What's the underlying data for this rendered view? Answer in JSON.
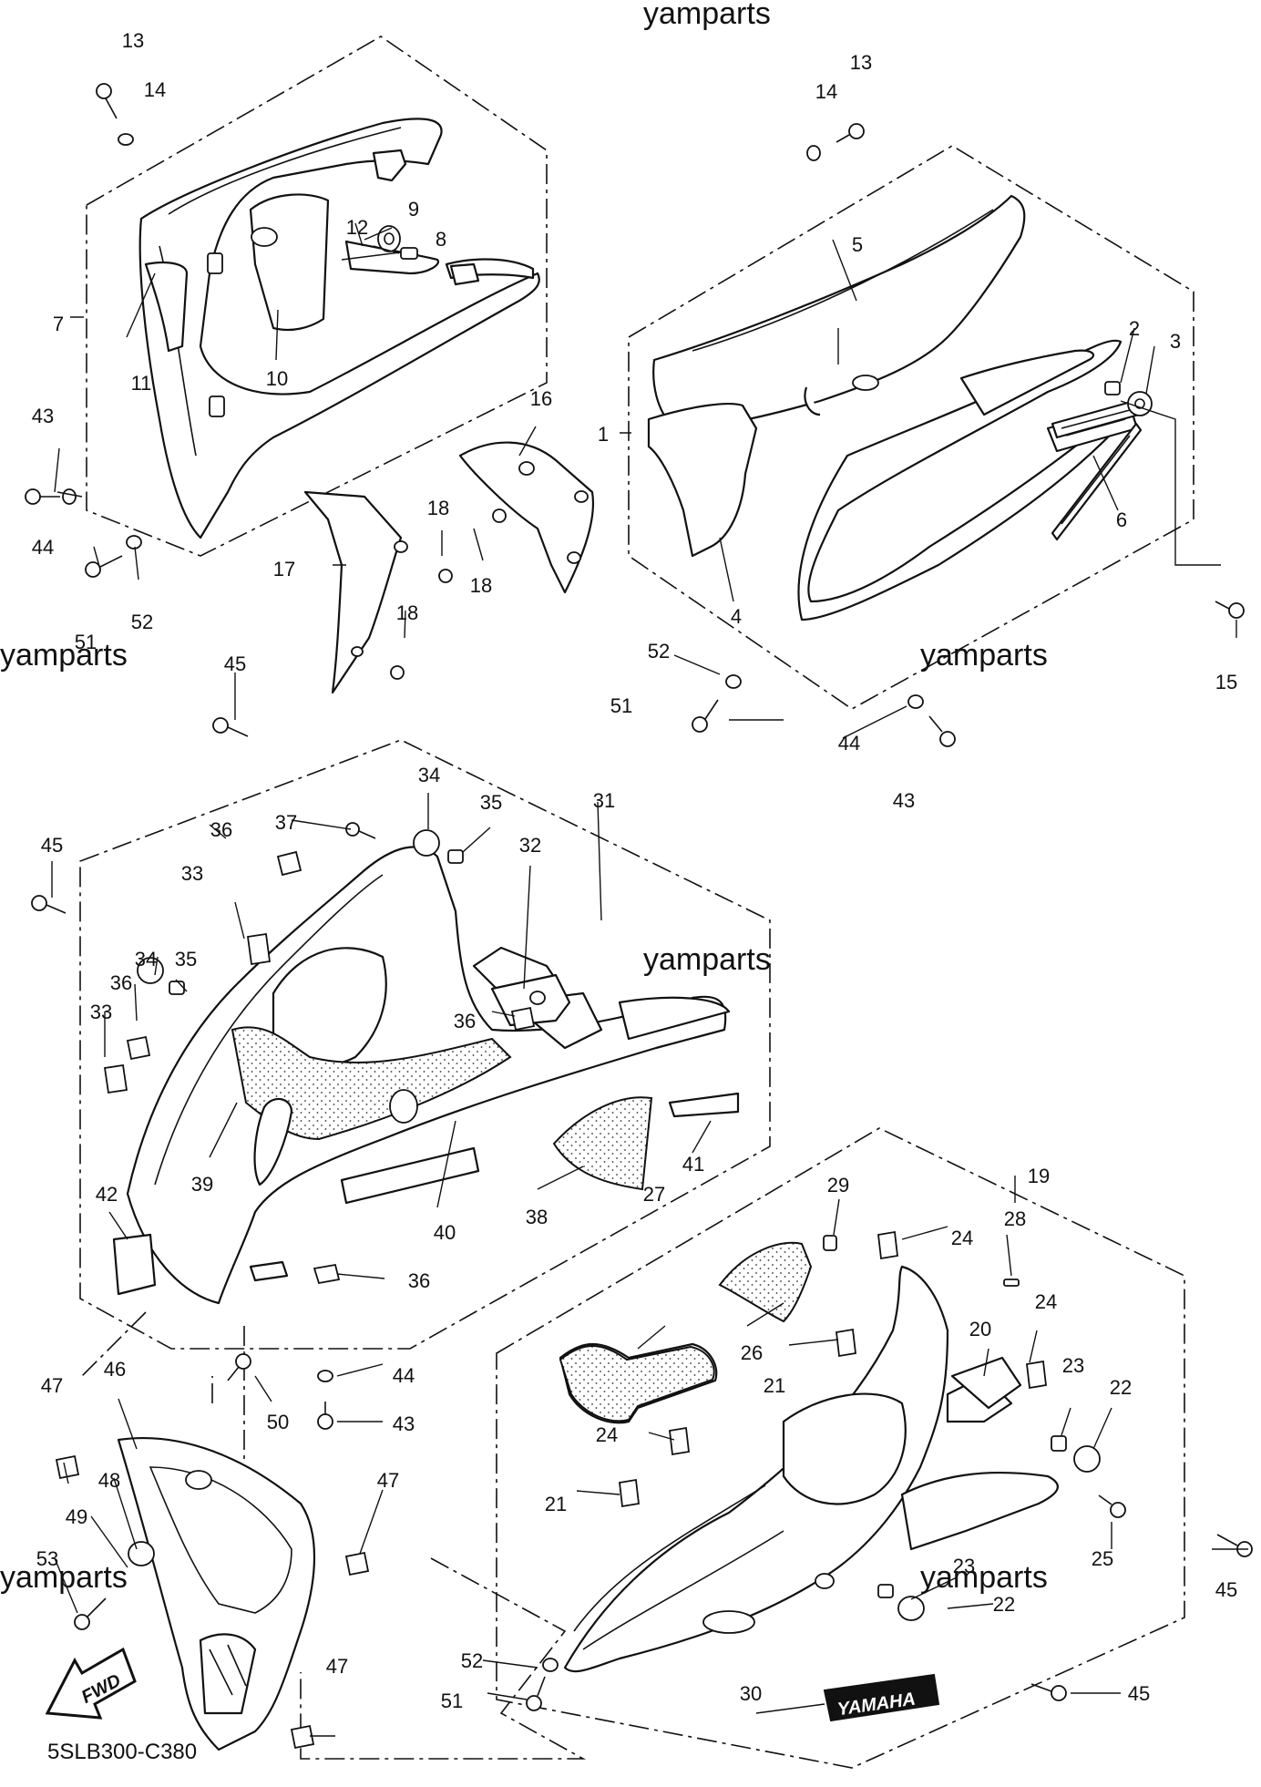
{
  "watermarks": [
    "yamparts",
    "yamparts",
    "yamparts",
    "yamparts",
    "yamparts"
  ],
  "diagram_code": "5SLB300-C380",
  "fwd_label": "FWD",
  "yamaha_decal_text": "YAMAHA",
  "callouts": [
    "13",
    "14",
    "9",
    "8",
    "12",
    "7",
    "11",
    "10",
    "43",
    "44",
    "51",
    "52",
    "14",
    "13",
    "5",
    "2",
    "3",
    "1",
    "6",
    "4",
    "16",
    "18",
    "18",
    "17",
    "18",
    "15",
    "52",
    "51",
    "44",
    "43",
    "45",
    "34",
    "35",
    "31",
    "37",
    "36",
    "32",
    "45",
    "33",
    "34",
    "35",
    "36",
    "33",
    "36",
    "39",
    "40",
    "38",
    "41",
    "42",
    "36",
    "44",
    "43",
    "50",
    "19",
    "28",
    "29",
    "24",
    "27",
    "26",
    "21",
    "24",
    "20",
    "23",
    "22",
    "24",
    "21",
    "47",
    "46",
    "48",
    "49",
    "53",
    "47",
    "47",
    "25",
    "45",
    "23",
    "22",
    "52",
    "51",
    "30",
    "45"
  ]
}
